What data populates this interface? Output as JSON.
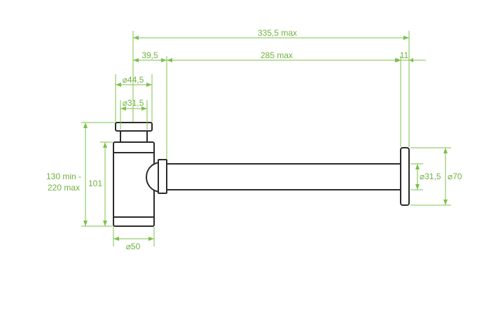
{
  "colors": {
    "dimension": "#7dc04b",
    "dimension_text": "#6fb13f",
    "outline": "#2b2b2b",
    "background": "#ffffff"
  },
  "dimensions": {
    "total_length": "335,5 max",
    "offset": "39,5",
    "tube_length": "285 max",
    "flange_thickness": "11",
    "cap_diameter": "⌀44,5",
    "inner_diameter": "⌀31,5",
    "height_range_line1": "130 min -",
    "height_range_line2": "220 max",
    "body_height": "101",
    "body_diameter": "⌀50",
    "tube_diameter": "⌀31,5",
    "flange_diameter": "⌀70"
  }
}
